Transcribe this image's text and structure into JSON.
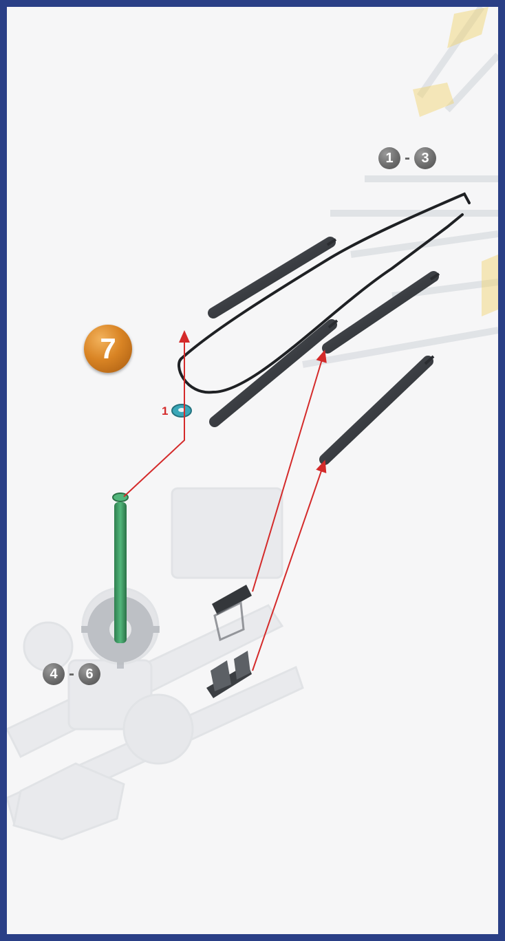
{
  "step": {
    "number": "7"
  },
  "ranges": {
    "top": {
      "from": "1",
      "dash": "-",
      "to": "3"
    },
    "bottom": {
      "from": "4",
      "dash": "-",
      "to": "6"
    }
  },
  "part_quantity": {
    "label": "1"
  },
  "colors": {
    "border": "#2a3f86",
    "page": "#f6f6f7",
    "arrow": "#d42a2a",
    "rod": "#3c3f44",
    "green_rod": "#3f9c63",
    "washer": "#3aa7b8",
    "badge": "#d98424"
  }
}
